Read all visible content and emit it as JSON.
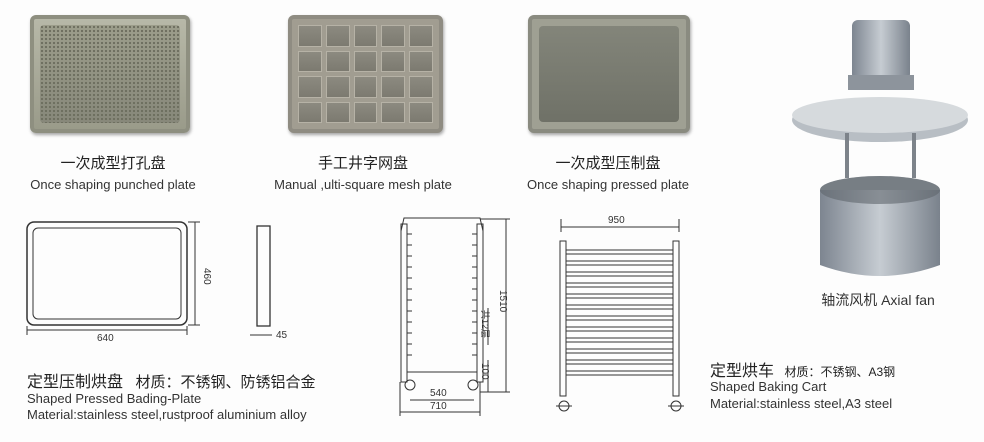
{
  "products": [
    {
      "cn": "一次成型打孔盘",
      "en": "Once shaping punched plate"
    },
    {
      "cn": "手工井字网盘",
      "en": "Manual ,ulti-square mesh plate"
    },
    {
      "cn": "一次成型压制盘",
      "en": "Once shaping pressed plate"
    },
    {
      "cn": "轴流风机 Axial fan"
    }
  ],
  "plate_drawing": {
    "dims": {
      "height": "460",
      "width": "640",
      "thickness": "45"
    },
    "title_cn": "定型压制烘盘",
    "material_cn": "材质：不锈钢、防锈铝合金",
    "title_en": "Shaped Pressed Bading-Plate",
    "material_en": "Material:stainless steel,rustproof aluminium alloy"
  },
  "cart_drawing": {
    "dims": {
      "height": "1510",
      "layers": "共12层",
      "wheel": "100",
      "inner": "540",
      "outer": "710",
      "depth": "950"
    },
    "title_cn": "定型烘车",
    "material_cn": "材质：不锈钢、A3钢",
    "title_en": "Shaped Baking Cart",
    "material_en": "Material:stainless steel,A3 steel"
  }
}
